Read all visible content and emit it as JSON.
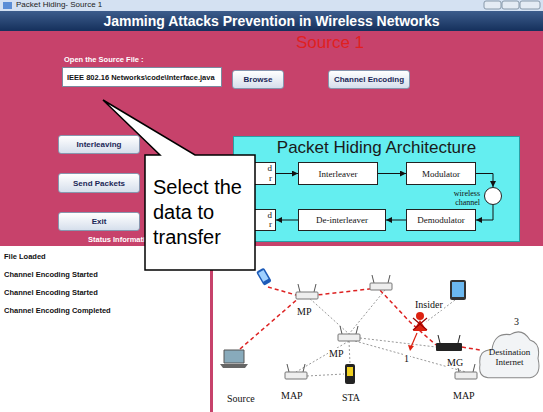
{
  "diagram": {
    "title": "Jamming Attacks Prevention in Wireless Networks",
    "nodes": [
      {
        "text": [
          "IEEE 802.16 Networks\\code\\Interface.java"
        ]
      },
      {
        "text": [
          "Browse"
        ]
      },
      {
        "text": [
          "Channel Encoding"
        ]
      },
      {
        "text": [
          "Interleaving"
        ]
      },
      {
        "text": [
          "Packet Hiding Architecture"
        ]
      },
      {
        "text": [
          "d r"
        ],
        "in": 4
      },
      {
        "text": [
          "Interleaver"
        ],
        "in": 4
      },
      {
        "text": [
          "Modulator"
        ],
        "in": 4
      },
      {
        "text": [
          "wireless channel"
        ],
        "in": 4
      },
      {
        "text": [
          "d r"
        ],
        "in": 4
      },
      {
        "text": [
          "De-interleaver"
        ],
        "in": 4
      },
      {
        "text": [
          "Demodulator"
        ],
        "in": 4
      },
      {
        "text": [
          "Send Packets"
        ]
      },
      {
        "text": [
          "Select the data to transfer"
        ]
      },
      {
        "text": [
          "Exit"
        ]
      },
      {
        "text": [
          "File Loaded",
          "Channel Encoding Started",
          "Channel Encoding Started",
          "Channel Encoding Completed"
        ]
      },
      {
        "text": [
          "Destination Internet"
        ]
      }
    ],
    "edges": [
      {
        "from": 5,
        "to": 6,
        "arrow": "to"
      },
      {
        "from": 6,
        "to": 7,
        "arrow": "to"
      },
      {
        "from": 7,
        "to": 8,
        "arrow": "to"
      },
      {
        "from": 8,
        "to": 11,
        "arrow": "to"
      },
      {
        "from": 11,
        "to": 10,
        "arrow": "to"
      },
      {
        "from": 10,
        "to": 9,
        "arrow": "to"
      }
    ],
    "labels": [
      "Packet Hiding- Source 1",
      "Source 1",
      "Open the Source File :",
      "Status Information",
      "MP",
      "Insider",
      "MP",
      "MG",
      "Source",
      "MAP",
      "STA",
      "MAP",
      "1",
      "3"
    ]
  }
}
